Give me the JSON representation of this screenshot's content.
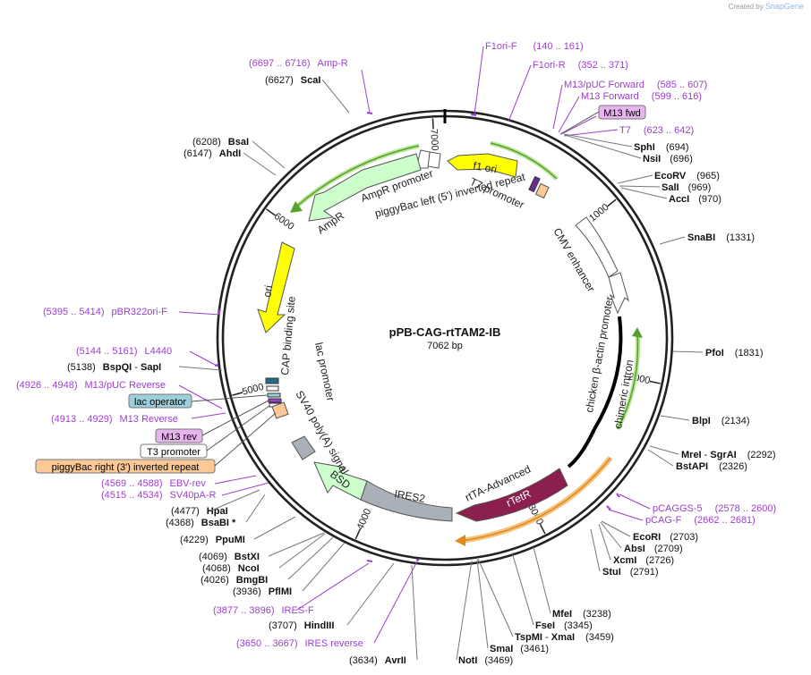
{
  "brand": {
    "created_by": "Created by",
    "app": "SnapGene"
  },
  "plasmid": {
    "name": "pPB-CAG-rtTAM2-IB",
    "size": "7062 bp",
    "length": 7062
  },
  "ticks": [
    {
      "bp": 1000,
      "label": "1000"
    },
    {
      "bp": 2000,
      "label": "2000"
    },
    {
      "bp": 3000,
      "label": "3000"
    },
    {
      "bp": 4000,
      "label": "4000"
    },
    {
      "bp": 5000,
      "label": "5000"
    },
    {
      "bp": 6000,
      "label": "6000"
    },
    {
      "bp": 7000,
      "label": "7000"
    }
  ],
  "features": [
    {
      "name": "f1 ori",
      "color": "#ffff00"
    },
    {
      "name": "T7 promoter"
    },
    {
      "name": "piggyBac left (5') inverted repeat"
    },
    {
      "name": "AmpR promoter"
    },
    {
      "name": "AmpR",
      "color": "#ccffcc"
    },
    {
      "name": "ori",
      "color": "#ffff00"
    },
    {
      "name": "CAP binding site"
    },
    {
      "name": "lac promoter"
    },
    {
      "name": "SV40 poly(A) signal"
    },
    {
      "name": "BSD",
      "color": "#ccffcc"
    },
    {
      "name": "IRES2",
      "color": "#a9b0b8"
    },
    {
      "name": "rtTA-Advanced"
    },
    {
      "name": "rTetR",
      "color": "#8b1f4e"
    },
    {
      "name": "CMV enhancer"
    },
    {
      "name": "chicken β-actin promoter"
    },
    {
      "name": "chimeric intron"
    }
  ],
  "primers": [
    {
      "text": "F1ori-F",
      "range": "(140 .. 161)"
    },
    {
      "text": "F1ori-R",
      "range": "(352 .. 371)"
    },
    {
      "text": "M13/pUC Forward",
      "range": "(585 .. 607)"
    },
    {
      "text": "M13 Forward",
      "range": "(599 .. 616)"
    },
    {
      "text": "T7",
      "range": "(623 .. 642)"
    },
    {
      "text": "Amp-R",
      "range": "(6697 .. 6716)"
    },
    {
      "text": "pBR322ori-F",
      "range": "(5395 .. 5414)"
    },
    {
      "text": "L4440",
      "range": "(5144 .. 5161)"
    },
    {
      "text": "M13/pUC Reverse",
      "range": "(4926 .. 4948)"
    },
    {
      "text": "M13 Reverse",
      "range": "(4913 .. 4929)"
    },
    {
      "text": "EBV-rev",
      "range": "(4569 .. 4588)"
    },
    {
      "text": "SV40pA-R",
      "range": "(4515 .. 4534)"
    },
    {
      "text": "IRES-F",
      "range": "(3877 .. 3896)"
    },
    {
      "text": "IRES reverse",
      "range": "(3650 .. 3667)"
    },
    {
      "text": "pCAGGS-5",
      "range": "(2578 .. 2600)"
    },
    {
      "text": "pCAG-F",
      "range": "(2662 .. 2681)"
    }
  ],
  "boxed_labels": [
    {
      "text": "M13 fwd",
      "color": "#e8b4f0"
    },
    {
      "text": "lac operator",
      "color": "#9ccedb"
    },
    {
      "text": "M13 rev",
      "color": "#e8b4f0"
    },
    {
      "text": "T3 promoter",
      "color": "#ffffff"
    },
    {
      "text": "piggyBac right (3') inverted repeat",
      "color": "#fbc896"
    }
  ],
  "enzymes": [
    {
      "name": "SphI",
      "pos": "(694)"
    },
    {
      "name": "NsiI",
      "pos": "(696)"
    },
    {
      "name": "EcoRV",
      "pos": "(965)"
    },
    {
      "name": "SalI",
      "pos": "(969)"
    },
    {
      "name": "AccI",
      "pos": "(970)"
    },
    {
      "name": "SnaBI",
      "pos": "(1331)"
    },
    {
      "name": "PfoI",
      "pos": "(1831)"
    },
    {
      "name": "BlpI",
      "pos": "(2134)"
    },
    {
      "name": "MreI",
      "name2": "SgrAI",
      "pos": "(2292)"
    },
    {
      "name": "BstAPI",
      "pos": "(2326)"
    },
    {
      "name": "EcoRI",
      "pos": "(2703)"
    },
    {
      "name": "AbsI",
      "pos": "(2709)"
    },
    {
      "name": "XcmI",
      "pos": "(2726)"
    },
    {
      "name": "StuI",
      "pos": "(2791)"
    },
    {
      "name": "MfeI",
      "pos": "(3238)"
    },
    {
      "name": "FseI",
      "pos": "(3345)"
    },
    {
      "name": "TspMI",
      "name2": "XmaI",
      "pos": "(3459)"
    },
    {
      "name": "SmaI",
      "pos": "(3461)"
    },
    {
      "name": "NotI",
      "pos": "(3469)"
    },
    {
      "name": "ScaI",
      "pos": "(6627)"
    },
    {
      "name": "BsaI",
      "pos": "(6208)"
    },
    {
      "name": "AhdI",
      "pos": "(6147)"
    },
    {
      "name": "BspQI",
      "name2": "SapI",
      "pos": "(5138)"
    },
    {
      "name": "HpaI",
      "pos": "(4477)"
    },
    {
      "name": "BsaBI *",
      "pos": "(4368)"
    },
    {
      "name": "PpuMI",
      "pos": "(4229)"
    },
    {
      "name": "BstXI",
      "pos": "(4069)"
    },
    {
      "name": "NcoI",
      "pos": "(4068)"
    },
    {
      "name": "BmgBI",
      "pos": "(4026)"
    },
    {
      "name": "PflMI",
      "pos": "(3936)"
    },
    {
      "name": "HindIII",
      "pos": "(3707)"
    },
    {
      "name": "AvrII",
      "pos": "(3634)"
    }
  ]
}
